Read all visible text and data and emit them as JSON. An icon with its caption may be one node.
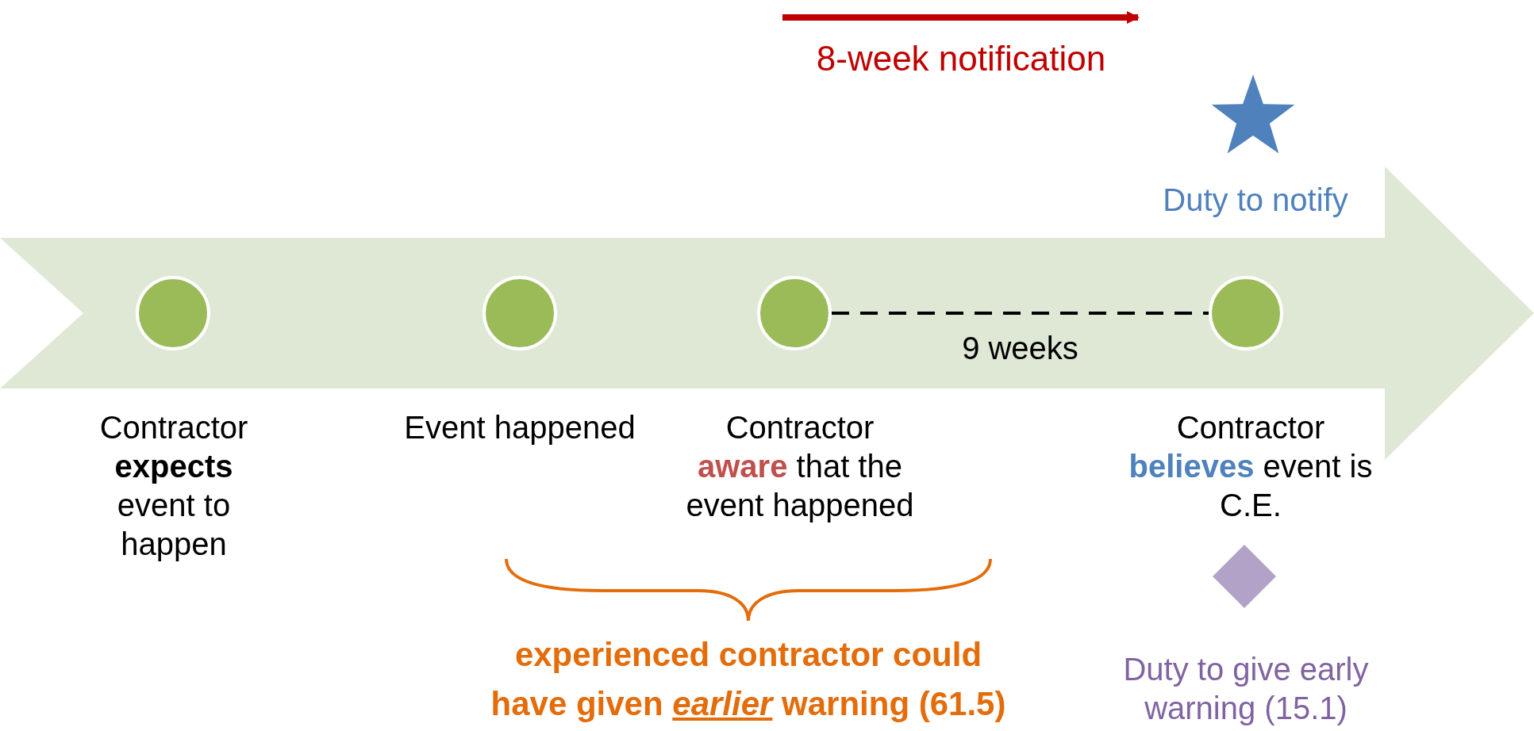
{
  "diagram": {
    "nodes": [
      {
        "text": [],
        "shape": "arrow"
      },
      {
        "text": [],
        "shape": "circle",
        "in": 0,
        "beside": [
          "Contractor **expects** event to happen"
        ]
      },
      {
        "text": [],
        "shape": "circle",
        "in": 0,
        "beside": [
          "Event happened"
        ]
      },
      {
        "text": [],
        "shape": "circle",
        "in": 0,
        "beside": [
          "Contractor **aware** that the event happened"
        ]
      },
      {
        "text": [],
        "shape": "circle",
        "in": 0
      },
      {
        "text": [],
        "shape": "star",
        "beside": [
          "Duty to notify"
        ]
      },
      {
        "text": [],
        "shape": "diamond",
        "beside": [
          "Duty to give early warning (15.1)"
        ]
      }
    ],
    "edges": [
      {
        "from": 3,
        "to": 4,
        "arrow": "none",
        "style": "dashed",
        "label": "9 weeks"
      }
    ],
    "labels": [
      "8-week notification",
      "Contractor **believes** event is C.E.",
      "experienced contractor could have given *earlier* warning (61.5)"
    ]
  }
}
